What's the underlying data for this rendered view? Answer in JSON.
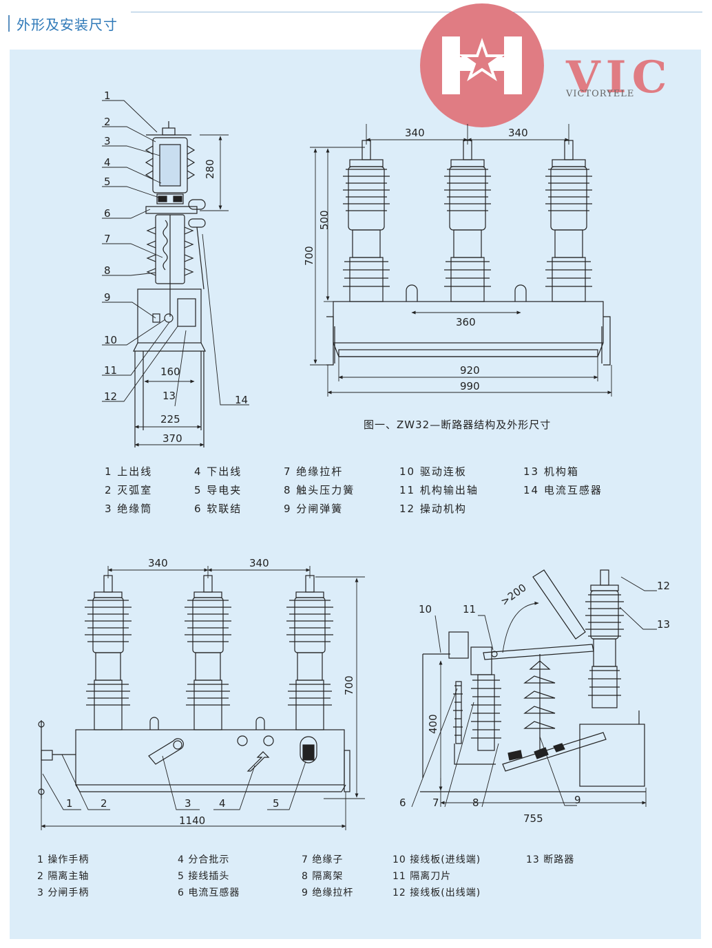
{
  "header": {
    "title": "外形及安装尺寸"
  },
  "logo": {
    "brand": "VIC",
    "sub": "VICTORYELE"
  },
  "fig1": {
    "caption": "图一、ZW32—断路器结构及外形尺寸",
    "side_callouts": [
      "1",
      "2",
      "3",
      "4",
      "5",
      "6",
      "7",
      "8",
      "9",
      "10",
      "11",
      "12",
      "13",
      "14"
    ],
    "side_dims": {
      "d280": "280",
      "d160": "160",
      "d225": "225",
      "d370": "370"
    },
    "front_dims": {
      "d340a": "340",
      "d340b": "340",
      "d500": "500",
      "d700": "700",
      "d360": "360",
      "d920": "920",
      "d990": "990"
    },
    "legend": [
      "1 上出线",
      "2 灭弧室",
      "3 绝缘筒",
      "4 下出线",
      "5 导电夹",
      "6 软联结",
      "7 绝缘拉杆",
      "8 触头压力簧",
      "9 分闸弹簧",
      "10 驱动连板",
      "11 机构输出轴",
      "12 操动机构",
      "13 机构箱",
      "14 电流互感器"
    ]
  },
  "fig2": {
    "callouts": [
      "1",
      "2",
      "3",
      "4",
      "5"
    ],
    "dims": {
      "d340a": "340",
      "d340b": "340",
      "d700": "700",
      "d1140": "1140"
    }
  },
  "fig3": {
    "callouts": [
      "6",
      "7",
      "8",
      "9",
      "10",
      "11",
      "12",
      "13"
    ],
    "dims": {
      "d200": ">200",
      "d400": "400",
      "d755": "755"
    }
  },
  "legend2": [
    "1 操作手柄",
    "2 隔离主轴",
    "3 分闸手柄",
    "4 分合批示",
    "5 接线插头",
    "6 电流互感器",
    "7 绝缘子",
    "8 隔离架",
    "9 绝缘拉杆",
    "10 接线板(进线端)",
    "11 隔离刀片",
    "12 接线板(出线端)",
    "13 断路器"
  ]
}
